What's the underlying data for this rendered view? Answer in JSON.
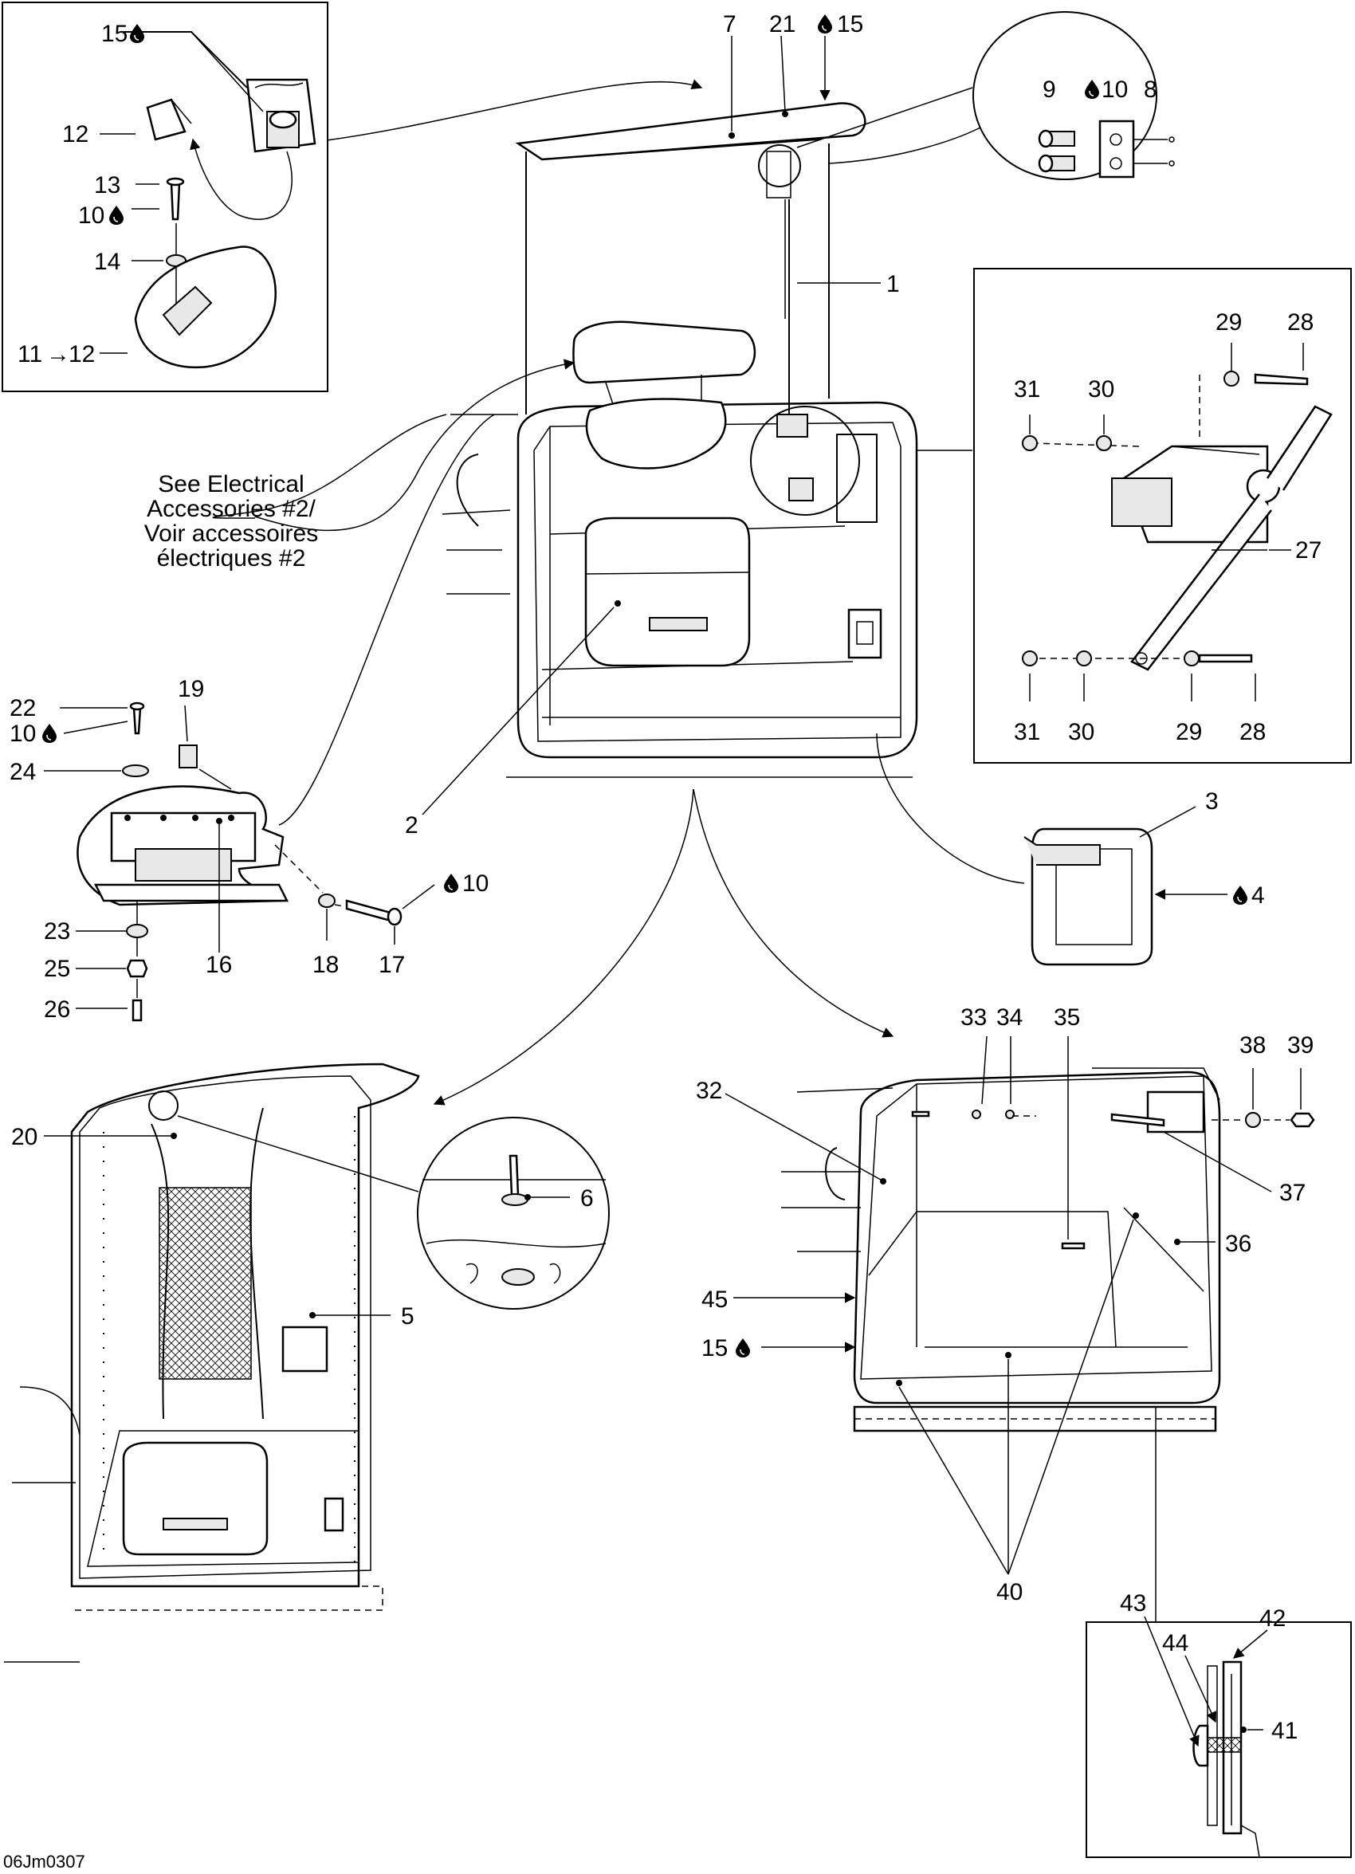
{
  "drawing_code": "06Jm0307",
  "callouts": {
    "c1": "1",
    "c2": "2",
    "c3": "3",
    "c4": "4",
    "c5": "5",
    "c6": "6",
    "c7": "7",
    "c8": "8",
    "c9": "9",
    "c10": "10",
    "c11": "11",
    "c12": "12",
    "c13": "13",
    "c14": "14",
    "c15": "15",
    "c16": "16",
    "c17": "17",
    "c18": "18",
    "c19": "19",
    "c20": "20",
    "c21": "21",
    "c22": "22",
    "c23": "23",
    "c24": "24",
    "c25": "25",
    "c26": "26",
    "c27": "27",
    "c28": "28",
    "c29": "29",
    "c30": "30",
    "c31": "31",
    "c32": "32",
    "c33": "33",
    "c34": "34",
    "c35": "35",
    "c36": "36",
    "c37": "37",
    "c38": "38",
    "c39": "39",
    "c40": "40",
    "c41": "41",
    "c42": "42",
    "c43": "43",
    "c44": "44",
    "c45": "45"
  },
  "reference_note": {
    "line1": "See Electrical",
    "line2": "Accessories #2/",
    "line3": "Voir accessoires",
    "line4": "électriques #2"
  },
  "symbols": {
    "drop": "drop-icon",
    "arrow": "→"
  },
  "colors": {
    "ink": "#000000",
    "paper": "#ffffff"
  }
}
